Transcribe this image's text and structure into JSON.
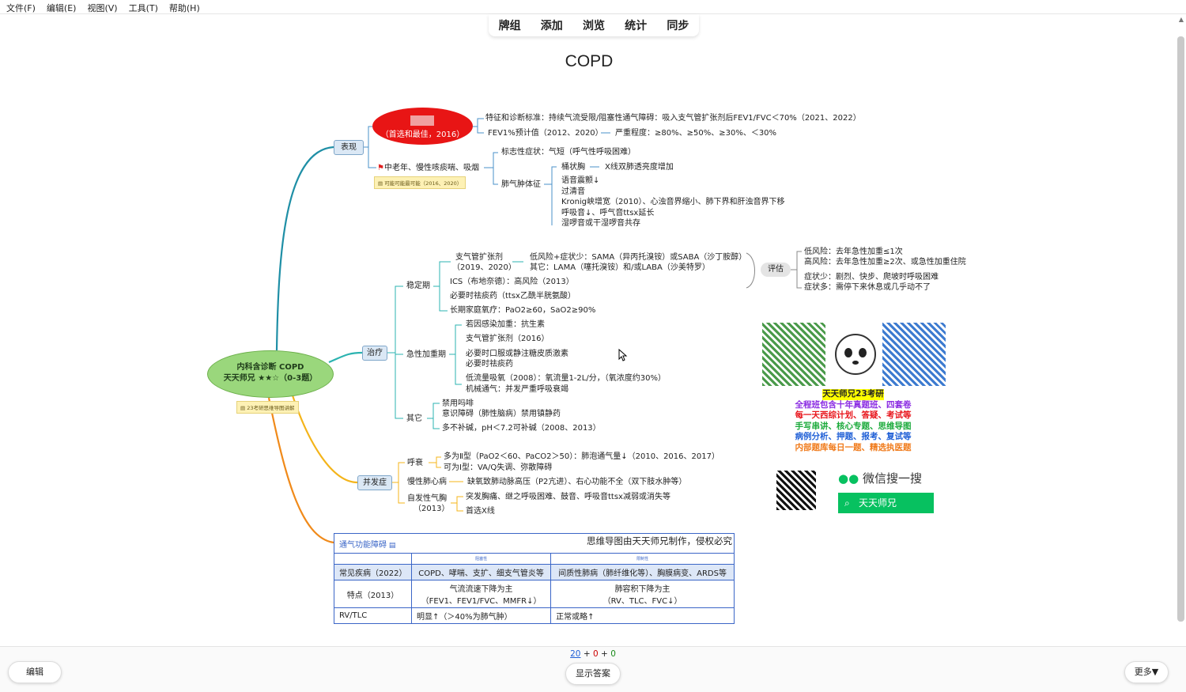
{
  "menu": [
    "文件(F)",
    "编辑(E)",
    "视图(V)",
    "工具(T)",
    "帮助(H)"
  ],
  "nav": [
    "牌组",
    "添加",
    "浏览",
    "统计",
    "同步"
  ],
  "card_title": "COPD",
  "central": {
    "line1": "内科含诊断 COPD",
    "line2": "天天师兄 ★★☆（0-3题）",
    "note": "23考研思维导图讲解"
  },
  "branches": {
    "biaoxian": "表现",
    "zhiliao": "治疗",
    "bingfazheng": "并发症",
    "tongqi": "通气功能障碍"
  },
  "biaoxian": {
    "ellipse_sub": "（首选和最佳，2016）",
    "diag": "特征和诊断标准：持续气流受限/阻塞性通气障碍：吸入支气管扩张剂后FEV1/FVC＜70%（2021、2022）",
    "fev1": "FEV1%预计值（2012、2020）",
    "severity": "严重程度：≥80%、≥50%、≥30%、＜30%",
    "elderly": "中老年、慢性咳痰喘、吸烟",
    "note": "可能可能最可能（2016、2020）",
    "symptom": "标志性症状：气短（呼气性呼吸困难）",
    "signs": "肺气肿体征",
    "barrel": "桶状胸",
    "xray": "X线双肺透亮度增加",
    "s1": "语音震颤↓",
    "s2": "过清音",
    "s3": "Kronig峡增宽（2010）、心浊音界缩小、肺下界和肝浊音界下移",
    "s4": "呼吸音↓、呼气音ttsx延长",
    "s5": "湿啰音或干湿啰音共存"
  },
  "zhiliao": {
    "stable": "稳定期",
    "bronch_line1": "支气管扩张剂",
    "bronch_line2": "（2019、2020）",
    "low": "低风险+症状少：SAMA（异丙托溴铵）或SABA（沙丁胺醇）",
    "other": "其它：LAMA（噻托溴铵）和/或LABA（沙美特罗）",
    "ics": "ICS（布地奈德）：高风险（2013）",
    "expect": "必要时祛痰药（ttsx乙酰半胱氨酸）",
    "oxygen": "长期家庭氧疗：PaO2≥60，SaO2≥90%",
    "acute": "急性加重期",
    "a1": "若因感染加重：抗生素",
    "a2": "支气管扩张剂（2016）",
    "a3": "必要时口服或静注糖皮质激素",
    "a4": "必要时祛痰药",
    "a5": "低流量吸氧（2008）：氧流量1-2L/分，（氧浓度约30%）",
    "a6": "机械通气：并发严重呼吸衰竭",
    "others": "其它",
    "o1": "禁用吗啡",
    "o2": "意识障碍（肺性脑病）禁用镇静药",
    "o3": "多不补碱，pH＜7.2可补碱（2008、2013）",
    "eval": "评估",
    "e1": "低风险：去年急性加重≤1次",
    "e2": "高风险：去年急性加重≥2次、或急性加重住院",
    "e3": "症状少：剧烈、快步、爬坡时呼吸困难",
    "e4": "症状多：需停下来休息或几乎动不了"
  },
  "bingfa": {
    "resp": "呼衰",
    "r1": "多为Ⅱ型（PaO2＜60、PaCO2＞50）：肺泡通气量↓（2010、2016、2017）",
    "r2": "可为Ⅰ型：VA/Q失调、弥散障碍",
    "heart": "慢性肺心病",
    "h1": "缺氧致肺动脉高压（P2亢进）、右心功能不全（双下肢水肿等）",
    "ptx_line1": "自发性气胸",
    "ptx_line2": "（2013）",
    "p1": "突发胸痛、继之呼吸困难、鼓音、呼吸音ttsx减弱或消失等",
    "p2": "首选X线"
  },
  "table": {
    "header_label": "通气功能障碍",
    "copyright": "思维导图由天天师兄制作，侵权必究",
    "col1": "阻塞性",
    "col2": "限制性",
    "rows": [
      {
        "k": "常见疾病（2022）",
        "a": "COPD、哮喘、支扩、细支气管炎等",
        "b": "间质性肺病（肺纤维化等）、胸膜病变、ARDS等"
      },
      {
        "k": "特点（2013）",
        "a": "气流流速下降为主",
        "a2": "（FEV1、FEV1/FVC、MMFR↓）",
        "b": "肺容积下降为主",
        "b2": "（RV、TLC、FVC↓）"
      },
      {
        "k": "RV/TLC",
        "a": "明显↑（＞40%为肺气肿）",
        "b": "正常或略↑"
      }
    ]
  },
  "promo": {
    "title": "天天师兄23考研",
    "lines": [
      {
        "text": "全程班包含十年真题班、四套卷",
        "color": "#8a2be2"
      },
      {
        "text": "每一天西综计划、答疑、考试等",
        "color": "#e8141b"
      },
      {
        "text": "手写串讲、核心专题、思维导图",
        "color": "#1aaa3a"
      },
      {
        "text": "病例分析、押题、报考、复试等",
        "color": "#1f5fd6"
      },
      {
        "text": "内部题库每日一题、精选执医题",
        "color": "#f07a1a"
      }
    ],
    "wechat_search": "微信搜一搜",
    "wechat_name": "天天师兄"
  },
  "bottom": {
    "edit": "编辑",
    "show_answer": "显示答案",
    "more": "更多▼",
    "count_new": "20",
    "count_learn": "0",
    "count_review": "0",
    "plus": "+"
  }
}
